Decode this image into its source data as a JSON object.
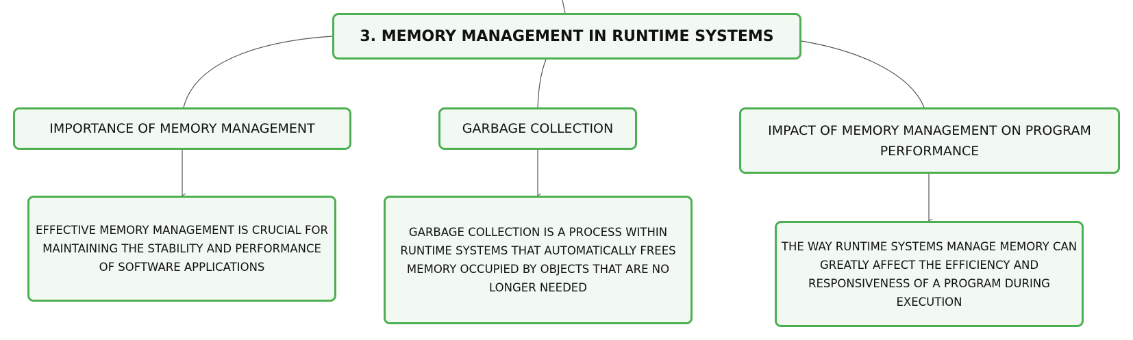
{
  "diagram": {
    "root": {
      "title": "3. MEMORY MANAGEMENT IN RUNTIME SYSTEMS"
    },
    "branches": [
      {
        "topic": "IMPORTANCE OF MEMORY MANAGEMENT",
        "detail": "EFFECTIVE MEMORY MANAGEMENT IS CRUCIAL FOR MAINTAINING THE STABILITY AND PERFORMANCE OF SOFTWARE APPLICATIONS"
      },
      {
        "topic": "GARBAGE COLLECTION",
        "detail": "GARBAGE COLLECTION IS A PROCESS WITHIN RUNTIME SYSTEMS THAT AUTOMATICALLY FREES MEMORY OCCUPIED BY OBJECTS THAT ARE NO LONGER NEEDED"
      },
      {
        "topic": "IMPACT OF MEMORY MANAGEMENT ON PROGRAM PERFORMANCE",
        "detail": "THE WAY RUNTIME SYSTEMS MANAGE MEMORY CAN GREATLY AFFECT THE EFFICIENCY AND RESPONSIVENESS OF A PROGRAM DURING EXECUTION"
      }
    ],
    "colors": {
      "node_border": "#4caf50",
      "node_fill": "#f1f9f2",
      "connector": "#555555",
      "text": "#111111"
    }
  }
}
